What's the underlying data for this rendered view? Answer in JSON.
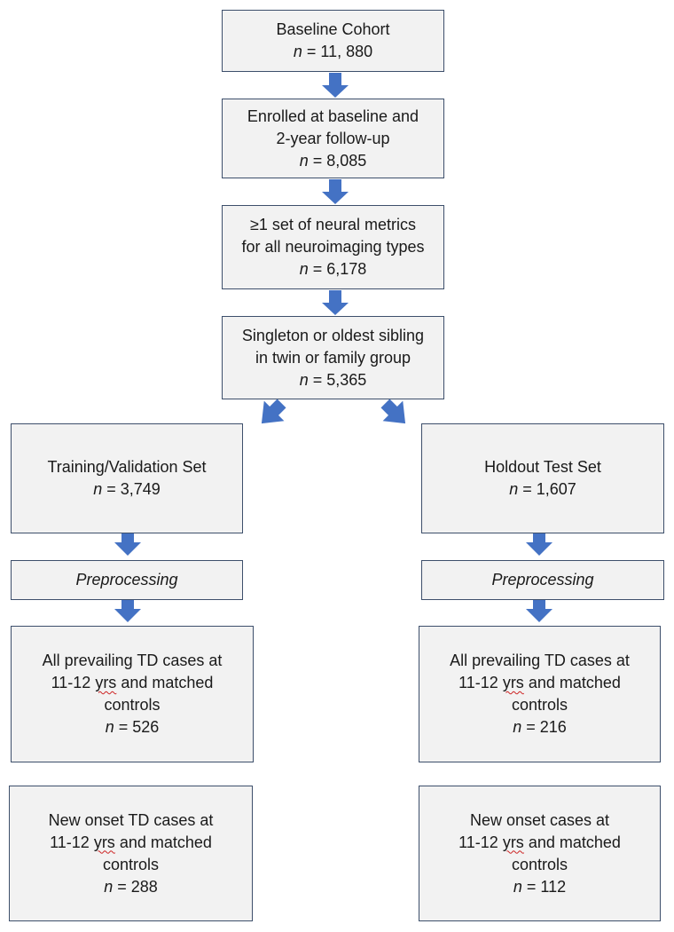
{
  "boxes": {
    "baseline": {
      "text": "Baseline Cohort",
      "n": "11, 880"
    },
    "enrolled": {
      "line1": "Enrolled at baseline and",
      "line2": "2-year follow-up",
      "n": "8,085"
    },
    "neural": {
      "line1": "≥1 set of neural metrics",
      "line2": "for all neuroimaging types",
      "n": "6,178"
    },
    "singleton": {
      "line1": "Singleton or oldest sibling",
      "line2": "in twin or family group",
      "n": "5,365"
    },
    "training": {
      "text": "Training/Validation Set",
      "n": "3,749"
    },
    "holdout": {
      "text": "Holdout Test Set",
      "n": "1,607"
    },
    "preprocess_left": {
      "text": "Preprocessing"
    },
    "preprocess_right": {
      "text": "Preprocessing"
    },
    "prevail_left": {
      "line1": "All prevailing TD cases at",
      "line2a": "11-12 ",
      "line2b": "yrs",
      "line2c": " and matched",
      "line3": "controls",
      "n": "526"
    },
    "prevail_right": {
      "line1": "All prevailing TD cases at",
      "line2a": "11-12 ",
      "line2b": "yrs",
      "line2c": " and matched",
      "line3": "controls",
      "n": "216"
    },
    "onset_left": {
      "line1": "New onset TD cases at",
      "line2a": "11-12 ",
      "line2b": "yrs",
      "line2c": " and matched",
      "line3": "controls",
      "n": "288"
    },
    "onset_right": {
      "line1": "New onset cases at",
      "line2a": "11-12 ",
      "line2b": "yrs",
      "line2c": " and matched",
      "line3": "controls",
      "n": "112"
    }
  },
  "n_symbol": "n",
  "n_equals": " = ",
  "colors": {
    "box_fill": "#f2f2f2",
    "box_border": "#3d4f6b",
    "arrow": "#4472c4"
  }
}
